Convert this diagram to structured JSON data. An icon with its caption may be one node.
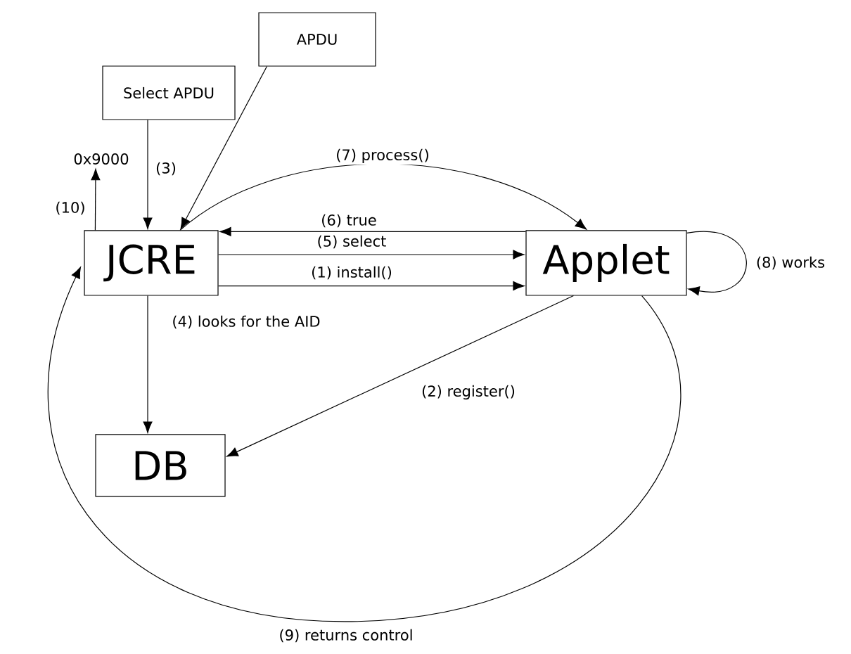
{
  "diagram": {
    "nodes": [
      {
        "text": [
          "APDU"
        ]
      },
      {
        "text": [
          "Select APDU"
        ]
      },
      {
        "text": [
          "JCRE"
        ]
      },
      {
        "text": [
          "Applet"
        ]
      },
      {
        "text": [
          "DB"
        ]
      },
      {
        "text": [
          "0x9000"
        ]
      }
    ],
    "edges": [
      {
        "from": 1,
        "to": 2,
        "arrow": "to",
        "label": "(3)"
      },
      {
        "from": 0,
        "to": 2,
        "arrow": "to"
      },
      {
        "from": 2,
        "to": 5,
        "arrow": "to",
        "label": "(10)"
      },
      {
        "from": 2,
        "to": 3,
        "arrow": "to",
        "label": "(7) process()"
      },
      {
        "from": 3,
        "to": 2,
        "arrow": "to",
        "label": "(6) true"
      },
      {
        "from": 2,
        "to": 3,
        "arrow": "to",
        "label": "(5) select"
      },
      {
        "from": 2,
        "to": 3,
        "arrow": "to",
        "label": "(1) install()"
      },
      {
        "from": 3,
        "to": 3,
        "arrow": "to",
        "label": "(8) works"
      },
      {
        "from": 2,
        "to": 4,
        "arrow": "to",
        "label": "(4) looks for the AID"
      },
      {
        "from": 3,
        "to": 4,
        "arrow": "to",
        "label": "(2) register()"
      },
      {
        "from": 3,
        "to": 2,
        "arrow": "to",
        "label": "(9) returns control"
      }
    ]
  }
}
